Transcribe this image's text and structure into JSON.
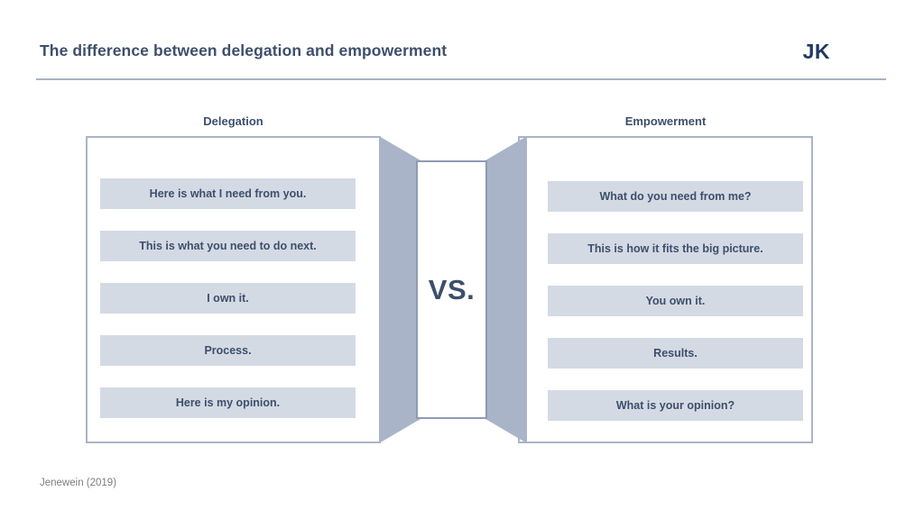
{
  "header": {
    "title": "The difference between delegation and empowerment",
    "logo": "JK"
  },
  "comparison": {
    "left": {
      "caption": "Delegation",
      "items": [
        "Here is what I need from you.",
        "This is what you need to do next.",
        "I own it.",
        "Process.",
        "Here is my opinion."
      ]
    },
    "right": {
      "caption": "Empowerment",
      "items": [
        "What do you need from me?",
        "This is how it fits the big picture.",
        "You own it.",
        "Results.",
        "What is your opinion?"
      ]
    },
    "divider_label": "VS."
  },
  "footer": {
    "source": "Jenewein (2019)"
  },
  "colors": {
    "title_navy": "#3d4f6b",
    "logo_navy": "#1f3864",
    "rule_gray": "#aab2c2",
    "panel_border": "#aab4c8",
    "wing_fill": "#aab4c8",
    "bar_fill": "#d4dae4",
    "source_gray": "#7d7d7d",
    "background": "#ffffff"
  }
}
